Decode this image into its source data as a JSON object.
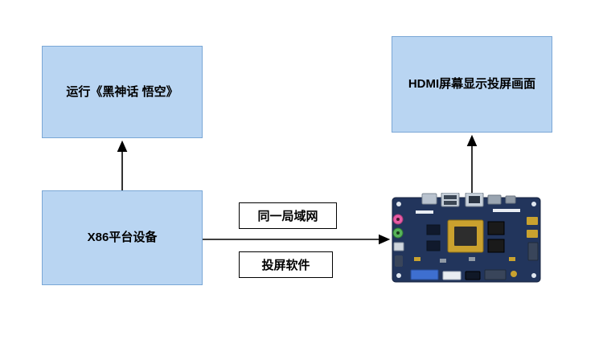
{
  "diagram": {
    "nodes": {
      "run_game": {
        "label": "运行《黑神话 悟空》"
      },
      "x86": {
        "label": "X86平台设备"
      },
      "hdmi": {
        "label": "HDMI屏幕显示投屏画面"
      }
    },
    "edge_labels": {
      "lan": "同一局域网",
      "cast": "投屏软件"
    },
    "colors": {
      "node_fill": "#b9d5f2",
      "node_border": "#7aa7d6",
      "label_fill": "#ffffff",
      "label_border": "#000000",
      "arrow": "#000000",
      "board_pcb": "#22355c"
    }
  }
}
